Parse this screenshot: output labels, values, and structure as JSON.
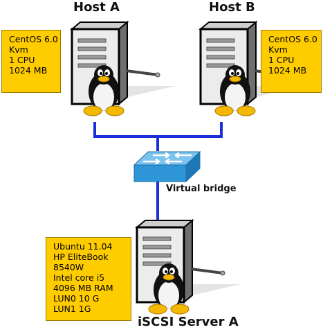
{
  "hosts": [
    {
      "title": "Host A",
      "specs": [
        "CentOS 6.0",
        "Kvm",
        "1 CPU",
        "1024 MB"
      ]
    },
    {
      "title": "Host B",
      "specs": [
        "CentOS 6.0",
        "Kvm",
        "1 CPU",
        "1024 MB"
      ]
    }
  ],
  "bridge": {
    "label": "Virtual bridge"
  },
  "server": {
    "title": "iSCSI Server A",
    "specs": [
      "Ubuntu 11.04",
      "HP EliteBook",
      "8540W",
      "Intel core i5",
      "4096 MB RAM",
      "LUN0  10 G",
      "LUN1  1G"
    ]
  },
  "colors": {
    "link": "#1a2fd6",
    "note": "#ffcc00",
    "switch": "#2e95d6"
  },
  "icons": [
    "server-tower-icon",
    "linux-penguin-icon",
    "network-switch-icon"
  ]
}
